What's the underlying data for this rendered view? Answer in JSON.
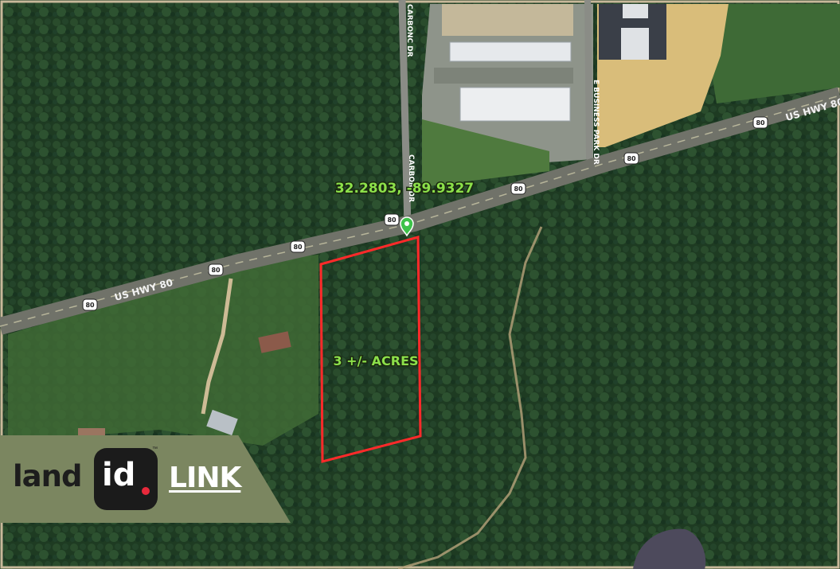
{
  "map": {
    "highway_label_1": "US HWY 80",
    "highway_label_2": "US HWY 80",
    "shield_number": "80",
    "street_carbon_north": "CARBONC DR",
    "street_carbon_south": "CARBON DR",
    "street_business_park": "E BUSINESS PARK DR",
    "coordinates": "32.2803, -89.9327",
    "parcel_label": "3 +/- ACRES",
    "parcel_stroke_color": "#ff2a2a",
    "marker_color": "#3ec24a"
  },
  "badge": {
    "brand_word": "land",
    "brand_id": "id",
    "trademark": "™",
    "link_label": "LINK",
    "brand_dot_color": "#e8293b"
  }
}
